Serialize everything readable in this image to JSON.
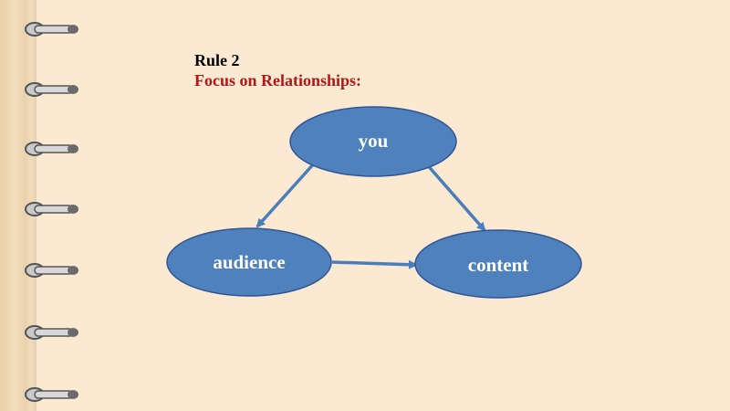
{
  "slide": {
    "title": "Rule 2",
    "subtitle": "Focus on Relationships:"
  },
  "diagram": {
    "nodes": [
      {
        "id": "you",
        "label": "you"
      },
      {
        "id": "audience",
        "label": "audience"
      },
      {
        "id": "content",
        "label": "content"
      }
    ],
    "edges": [
      {
        "from": "you",
        "to": "audience"
      },
      {
        "from": "you",
        "to": "content"
      },
      {
        "from": "audience",
        "to": "content"
      }
    ]
  },
  "colors": {
    "node_fill": "#4f81bd",
    "node_stroke": "#2f5597",
    "arrow": "#4a7ebb",
    "subtitle": "#b01818"
  }
}
